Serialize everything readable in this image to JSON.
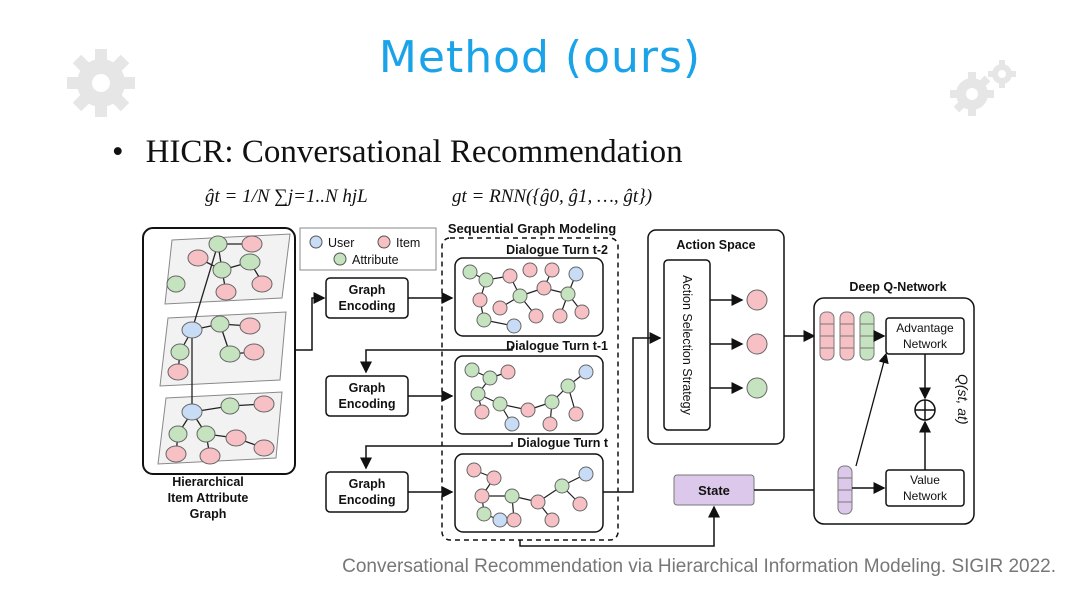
{
  "slide": {
    "title": "Method (ours)",
    "bullet": "HICR: Conversational Recommendation",
    "formula_left": "ĝt = 1/N ∑j=1..N hjL",
    "formula_right": "gt = RNN({ĝ0, ĝ1, …, ĝt})",
    "citation": "Conversational Recommendation via Hierarchical Information Modeling. SIGIR 2022."
  },
  "diagram": {
    "legend": {
      "user": "User",
      "item": "Item",
      "attribute": "Attribute"
    },
    "hierarchical_graph_label": [
      "Hierarchical",
      "Item Attribute",
      "Graph"
    ],
    "graph_encoding": [
      "Graph",
      "Encoding"
    ],
    "sequential_title": "Sequential Graph Modeling",
    "turns": [
      "Dialogue Turn t-2",
      "Dialogue Turn t-1",
      "Dialogue Turn t"
    ],
    "action_space_title": "Action Space",
    "action_strategy": "Action Selection Strategy",
    "state": "State",
    "dqn_title": "Deep Q-Network",
    "advantage": [
      "Advantage",
      "Network"
    ],
    "value": [
      "Value",
      "Network"
    ],
    "q_label": "Q(st, at)"
  },
  "colors": {
    "title": "#1aa3e8",
    "user": "#c9dcf5",
    "item": "#f6c0c4",
    "attribute": "#c6e3bf",
    "state_box": "#dcc8ea"
  }
}
